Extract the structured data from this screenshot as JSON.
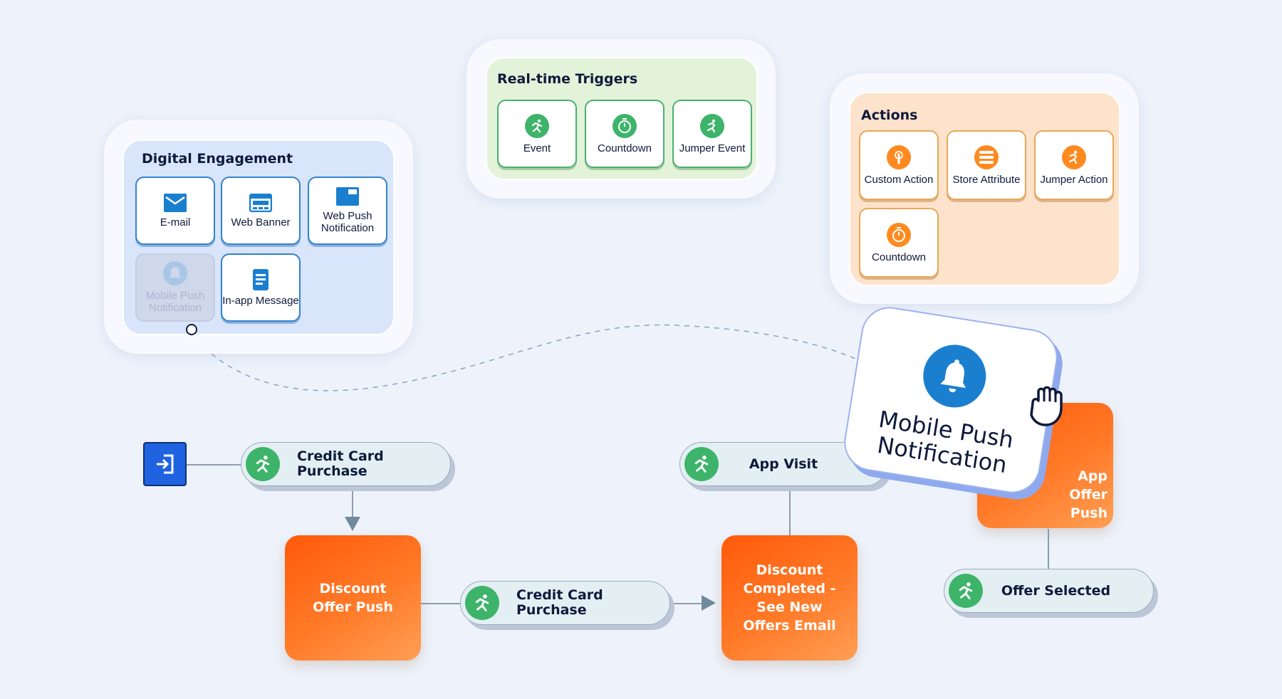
{
  "digital_engagement": {
    "title": "Digital Engagement",
    "items": [
      {
        "label": "E-mail",
        "icon": "envelope-icon"
      },
      {
        "label": "Web Banner",
        "icon": "browser-window-icon"
      },
      {
        "label": "Web Push Notification",
        "icon": "window-icon"
      },
      {
        "label": "Mobile Push Notification",
        "icon": "bell-icon",
        "state": "dragged-placeholder"
      },
      {
        "label": "In-app Message",
        "icon": "phone-message-icon"
      }
    ]
  },
  "realtime_triggers": {
    "title": "Real-time Triggers",
    "items": [
      {
        "label": "Event",
        "icon": "running-person-icon"
      },
      {
        "label": "Countdown",
        "icon": "stopwatch-icon"
      },
      {
        "label": "Jumper Event",
        "icon": "jumper-icon"
      }
    ]
  },
  "actions": {
    "title": "Actions",
    "items": [
      {
        "label": "Custom Action",
        "icon": "tap-icon"
      },
      {
        "label": "Store Attribute",
        "icon": "database-icon"
      },
      {
        "label": "Jumper Action",
        "icon": "jumper-icon"
      },
      {
        "label": "Countdown",
        "icon": "stopwatch-icon"
      }
    ]
  },
  "flow": {
    "entry_icon": "login-icon",
    "trigger1": "Credit Card Purchase",
    "action1": "Discount Offer Push",
    "trigger2": "Credit Card Purchase",
    "action2": "Discount Completed - See New Offers Email",
    "trigger3": "App Visit",
    "action3": "App Offer Push",
    "trigger4": "Offer Selected"
  },
  "drag_card": {
    "label": "Mobile Push Notification",
    "icon": "bell-icon",
    "cursor": "grab-hand-icon"
  },
  "colors": {
    "background": "#eef3fb",
    "engagement": "#d9e5fb",
    "triggers": "#e3f3d9",
    "actions": "#fde3cc",
    "orange": "#ff6a1a",
    "green": "#3db46a",
    "blue": "#1a7fcf"
  }
}
